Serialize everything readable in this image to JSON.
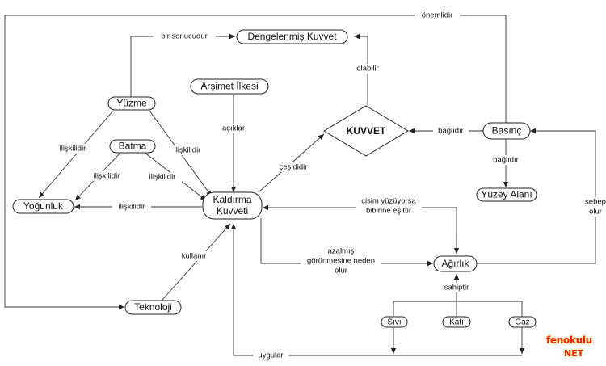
{
  "nodes": {
    "dengelenmis": "Dengelenmiş Kuvvet",
    "arsimet": "Arşimet İlkesi",
    "yuzme": "Yüzme",
    "batma": "Batma",
    "kuvvet": "KUVVET",
    "basinc": "Basınç",
    "yogunluk": "Yoğunluk",
    "kaldirma_1": "Kaldırma",
    "kaldirma_2": "Kuvveti",
    "yuzey": "Yüzey Alanı",
    "agirlik": "Ağırlık",
    "teknoloji": "Teknoloji",
    "sivi": "Sıvı",
    "kati": "Katı",
    "gaz": "Gaz"
  },
  "edges": {
    "onemlidir": "önemlidir",
    "bir_sonucudur": "bir sonucudur",
    "olabilir": "olabilir",
    "aciklar": "açıklar",
    "iliskilidir_yuzme_yog": "ilişkilidir",
    "iliskilidir_yuzme_kal": "ilişkilidir",
    "iliskilidir_batma_yog": "ilişkilidir",
    "iliskilidir_batma_kal": "ilişkilidir",
    "iliskilidir_kal_yog": "ilişkilidir",
    "cesididir": "çeşididir",
    "bagidir_kuvvet": "bağlıdır",
    "bagidir_yuzey": "bağlıdır",
    "cisim_1": "cisim yüzüyorsa",
    "cisim_2": "bibirine eşittir",
    "sebep_1": "sebep",
    "sebep_2": "olur",
    "azalmis_1": "azalmış",
    "azalmis_2": "görünmesine neden",
    "azalmis_3": "olur",
    "kullanir": "kullanır",
    "sahiptir": "sahiptir",
    "uygular": "uygular"
  },
  "logo": {
    "line1": "fenokulu",
    "line2": "NET"
  }
}
